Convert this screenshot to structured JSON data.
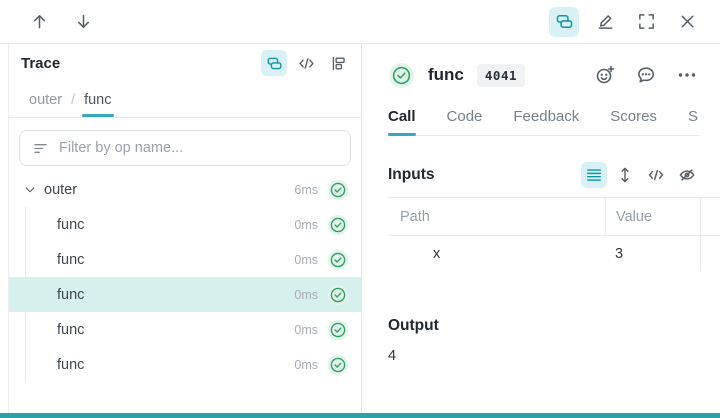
{
  "topbar": {
    "prev_icon": "arrow-up",
    "next_icon": "arrow-down",
    "view_modes": [
      "trace-tree",
      "edit",
      "fullscreen",
      "close"
    ]
  },
  "trace_panel": {
    "title": "Trace",
    "breadcrumb": {
      "parent": "outer",
      "separator": "/",
      "current": "func"
    },
    "filter_placeholder": "Filter by op name...",
    "tree": [
      {
        "label": "outer",
        "duration": "6ms",
        "status": "success"
      },
      {
        "label": "func",
        "duration": "0ms",
        "status": "success"
      },
      {
        "label": "func",
        "duration": "0ms",
        "status": "success"
      },
      {
        "label": "func",
        "duration": "0ms",
        "status": "success",
        "selected": true
      },
      {
        "label": "func",
        "duration": "0ms",
        "status": "success"
      },
      {
        "label": "func",
        "duration": "0ms",
        "status": "success"
      }
    ]
  },
  "detail_panel": {
    "status": "success",
    "title": "func",
    "badge": "4041",
    "tabs": [
      {
        "label": "Call",
        "active": true
      },
      {
        "label": "Code"
      },
      {
        "label": "Feedback"
      },
      {
        "label": "Scores"
      },
      {
        "label": "S"
      }
    ],
    "inputs": {
      "heading": "Inputs",
      "columns": {
        "path": "Path",
        "value": "Value"
      },
      "rows": [
        {
          "path": "x",
          "value": "3"
        }
      ]
    },
    "output": {
      "heading": "Output",
      "value": "4"
    }
  },
  "colors": {
    "accent_teal": "#0d97a7",
    "teal_underline": "#3aa7b9",
    "icon_active_bg": "#d9f1f5",
    "selected_row_bg": "#d6f0ee",
    "success_green": "#2f9e68",
    "success_bg": "#e2f5e9",
    "bottom_bar": "#2aa2a9",
    "muted_text": "#97a0a8"
  }
}
